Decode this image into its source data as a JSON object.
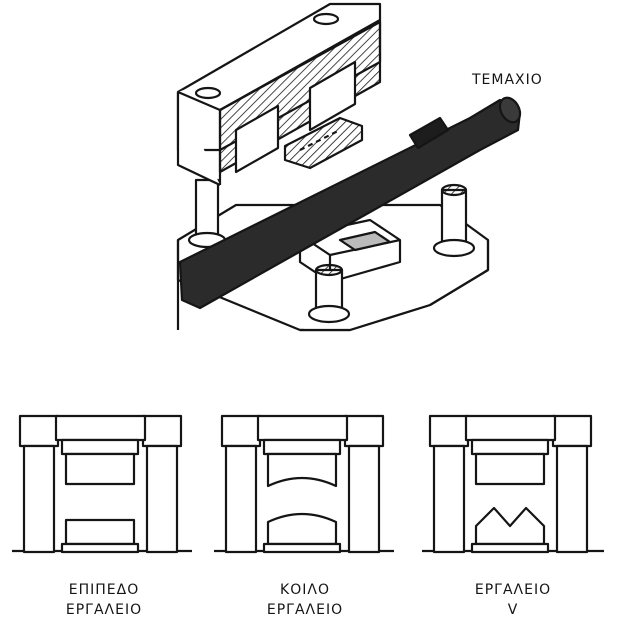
{
  "callout": {
    "label": "ΤΕΜΑΧΙΟ"
  },
  "tools": [
    {
      "line1": "ΕΠΙΠΕΔΟ",
      "line2": "ΕΡΓΑΛΕΙΟ"
    },
    {
      "line1": "ΚΟΙΛΟ",
      "line2": "ΕΡΓΑΛΕΙΟ"
    },
    {
      "line1": "ΕΡΓΑΛΕΙΟ",
      "line2": "V"
    }
  ],
  "colors": {
    "ink": "#151515",
    "workpiece": "#2b2b2b",
    "paper": "#ffffff"
  }
}
